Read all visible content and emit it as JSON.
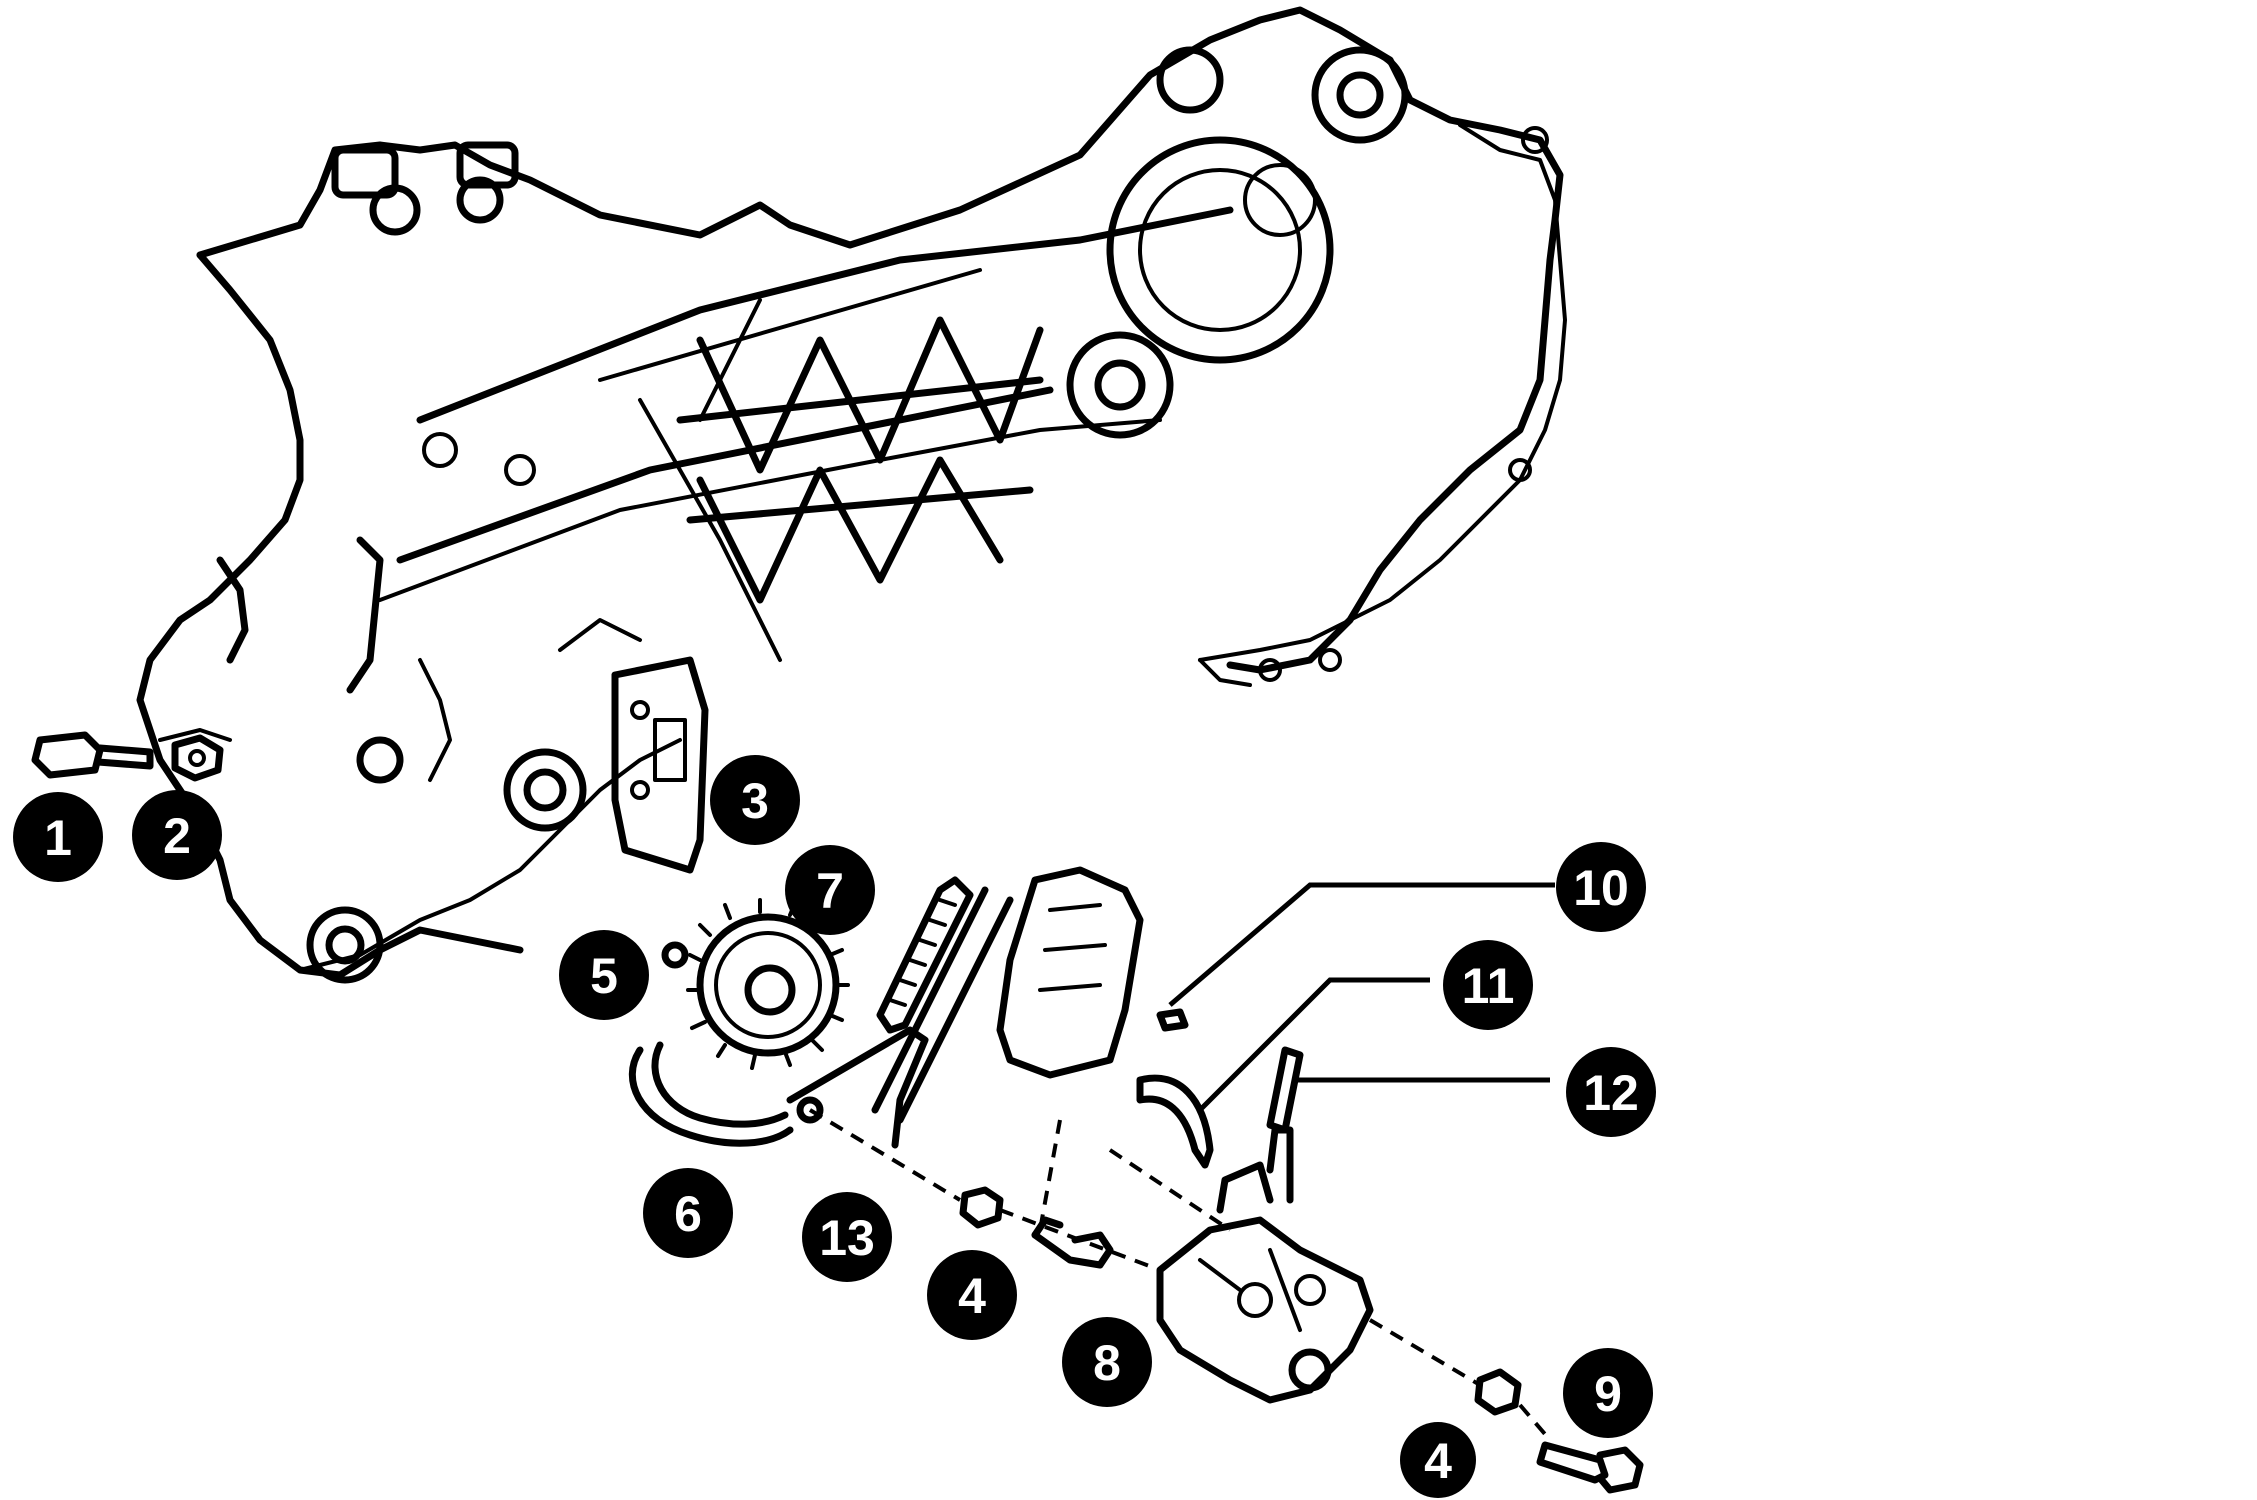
{
  "callouts": [
    {
      "id": "c1",
      "label": "1"
    },
    {
      "id": "c2",
      "label": "2"
    },
    {
      "id": "c3",
      "label": "3"
    },
    {
      "id": "c7",
      "label": "7"
    },
    {
      "id": "c5",
      "label": "5"
    },
    {
      "id": "c10",
      "label": "10"
    },
    {
      "id": "c11",
      "label": "11"
    },
    {
      "id": "c12",
      "label": "12"
    },
    {
      "id": "c6",
      "label": "6"
    },
    {
      "id": "c13",
      "label": "13"
    },
    {
      "id": "c4a",
      "label": "4"
    },
    {
      "id": "c8",
      "label": "8"
    },
    {
      "id": "c9",
      "label": "9"
    },
    {
      "id": "c4b",
      "label": "4"
    }
  ]
}
